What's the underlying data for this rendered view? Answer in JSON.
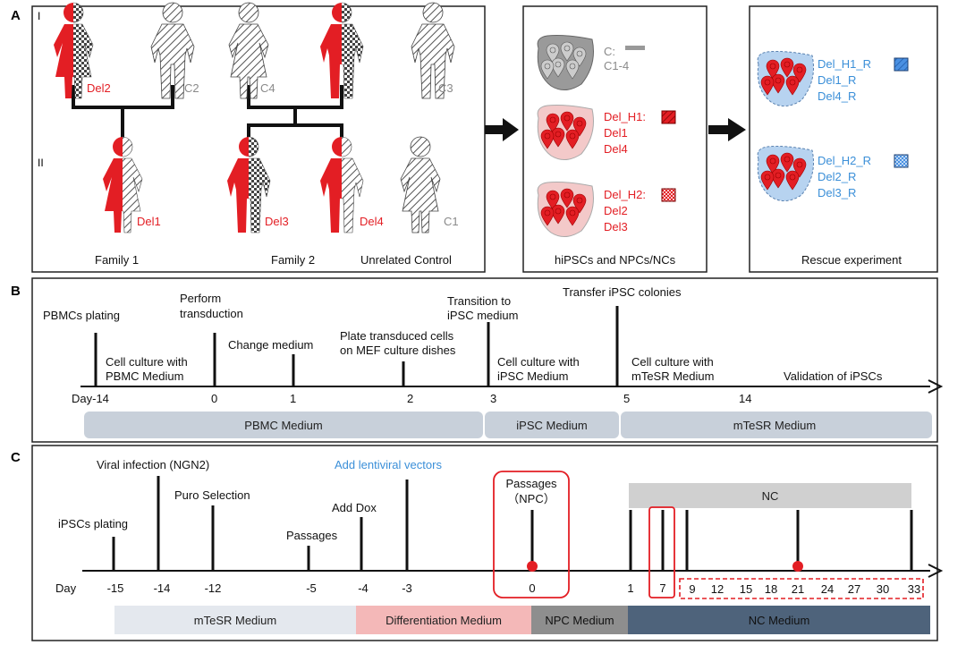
{
  "colors": {
    "red": "#e31e24",
    "gray": "#8a8a8a",
    "blue": "#3b8fd8",
    "band": "#c8d0da",
    "dark": "#111111",
    "pink": "#f4b8b8",
    "npc": "#8e8e8e",
    "nc": "#4e637b",
    "mtesr": "#e4e8ee",
    "ncbar": "#d0d0d0"
  },
  "panelA": {
    "label": "A",
    "gen1": "I",
    "gen2": "II",
    "people": {
      "del2": "Del2",
      "c2": "C2",
      "c4": "C4",
      "c3": "C3",
      "del1": "Del1",
      "del3": "Del3",
      "del4": "Del4",
      "c1": "C1"
    },
    "family1": "Family 1",
    "family2": "Family 2",
    "unrelated": "Unrelated Control",
    "cells": {
      "c": "C:",
      "c14": "C1-4",
      "h1": "Del_H1:",
      "h1a": "Del1",
      "h1b": "Del4",
      "h2": "Del_H2:",
      "h2a": "Del2",
      "h2b": "Del3"
    },
    "cellsCaption": "hiPSCs and NPCs/NCs",
    "rescue": {
      "h1": "Del_H1_R",
      "h1a": "Del1_R",
      "h1b": "Del4_R",
      "h2": "Del_H2_R",
      "h2a": "Del2_R",
      "h2b": "Del3_R"
    },
    "rescueCaption": "Rescue experiment"
  },
  "panelB": {
    "label": "B",
    "events": {
      "pbmc": "PBMCs plating",
      "perform1": "Perform",
      "perform2": "transduction",
      "cult1": "Cell culture with",
      "cult2": "PBMC Medium",
      "change": "Change medium",
      "plate1": "Plate transduced cells",
      "plate2": "on MEF culture dishes",
      "trans1": "Transition to",
      "trans2": "iPSC medium",
      "cult3": "Cell culture with",
      "cult4": "iPSC Medium",
      "transfer": "Transfer iPSC colonies",
      "cult5": "Cell culture with",
      "cult6": "mTeSR Medium",
      "validation": "Validation of iPSCs"
    },
    "days": {
      "d1": "Day-14",
      "d2": "0",
      "d3": "1",
      "d4": "2",
      "d5": "3",
      "d6": "5",
      "d7": "14"
    },
    "bands": {
      "b1": "PBMC Medium",
      "b2": "iPSC Medium",
      "b3": "mTeSR  Medium"
    }
  },
  "panelC": {
    "label": "C",
    "events": {
      "plating": "iPSCs plating",
      "viral": "Viral infection (NGN2)",
      "puro": "Puro Selection",
      "passages": "Passages",
      "dox": "Add Dox",
      "lenti": "Add lentiviral vectors",
      "npc1": "Passages",
      "npc2": "（NPC）",
      "nc": "NC"
    },
    "dayLabel": "Day",
    "days": [
      "-15",
      "-14",
      "-12",
      "-5",
      "-4",
      "-3",
      "0",
      "1",
      "7"
    ],
    "ncDays": [
      "9",
      "12",
      "15",
      "18",
      "21",
      "24",
      "27",
      "30",
      "33"
    ],
    "bands": {
      "b1": "mTeSR Medium",
      "b2": "Differentiation Medium",
      "b3": "NPC Medium",
      "b4": "NC Medium"
    }
  }
}
